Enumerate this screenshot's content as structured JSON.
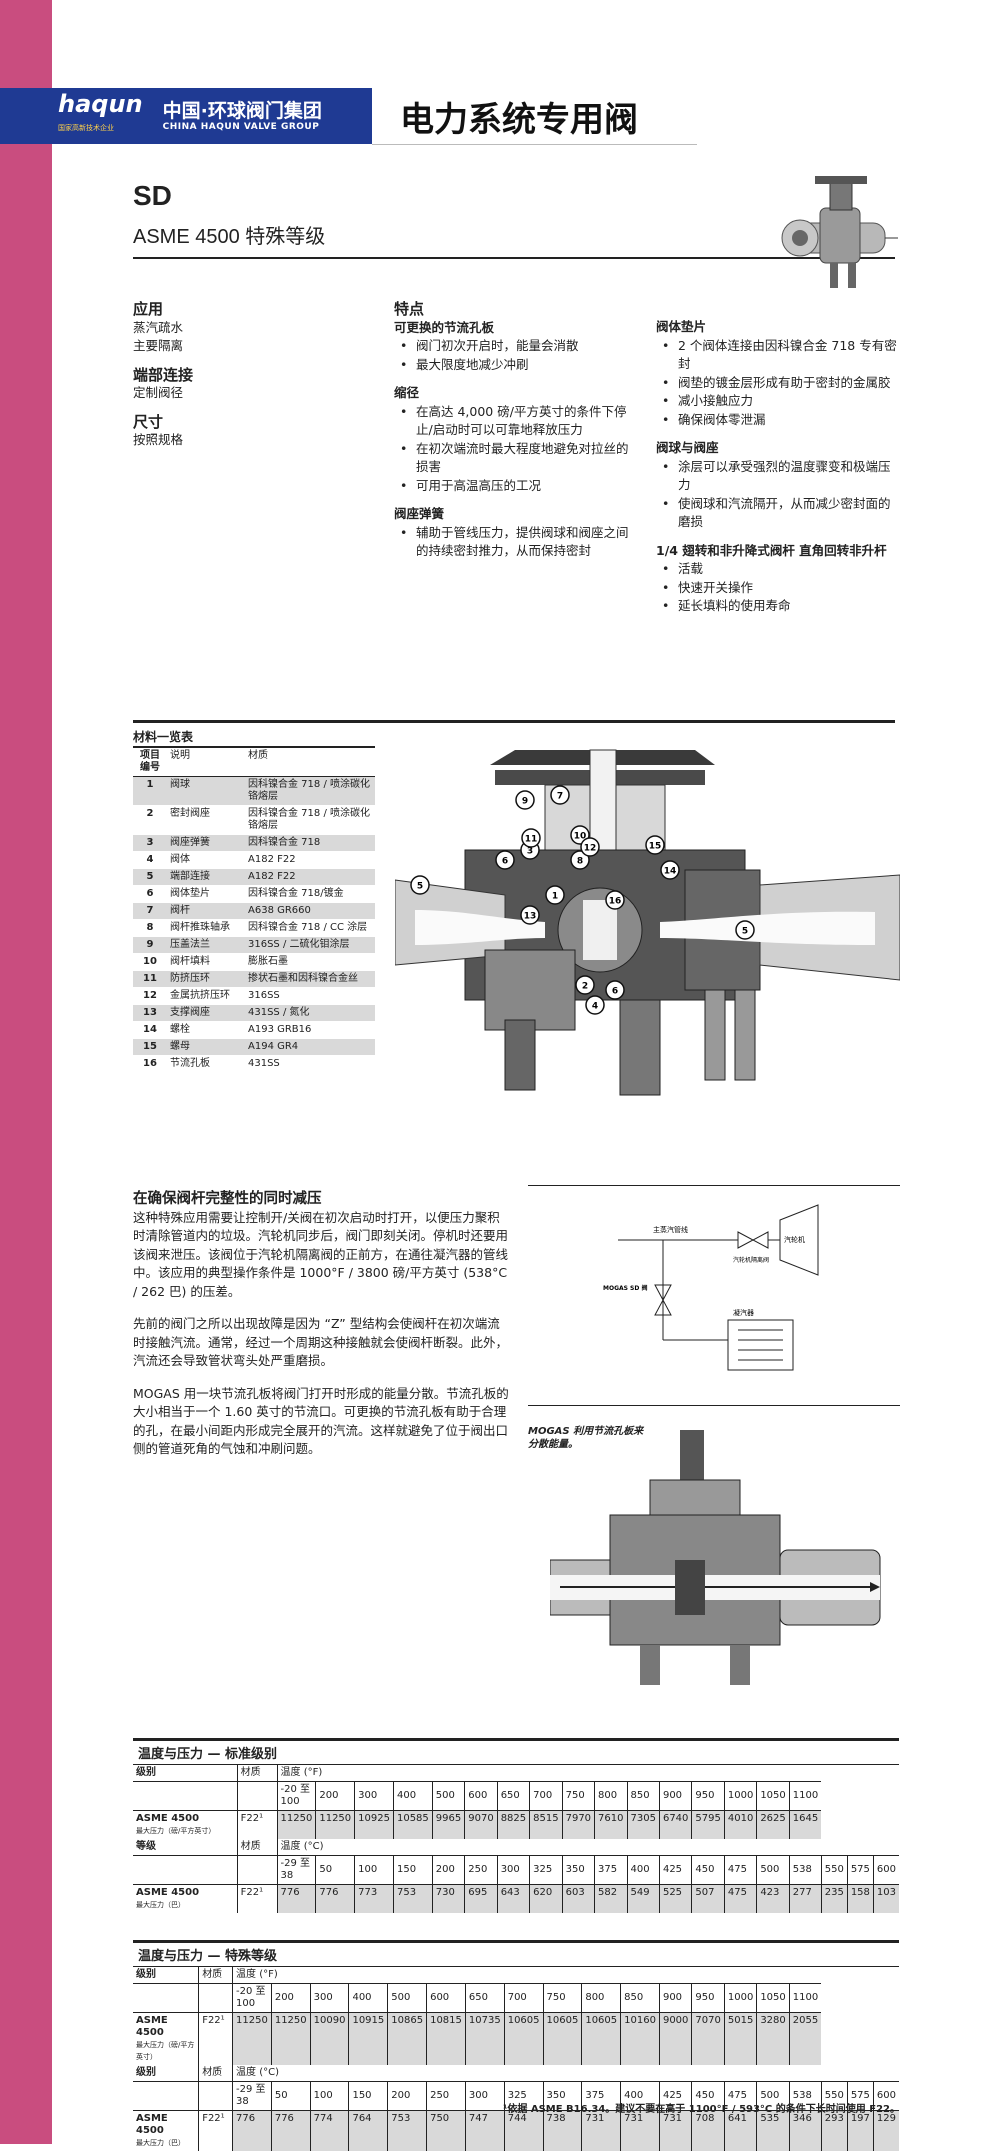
{
  "brand": {
    "logo": "haqun",
    "logo_sub": "国家高新技术企业",
    "cn_name": "中国·环球阀门集团",
    "en_name": "CHINA HAQUN VALVE GROUP"
  },
  "page_title": "电力系统专用阀",
  "model": "SD",
  "grade": "ASME 4500 特殊等级",
  "left_sections": [
    {
      "title": "应用",
      "items": [
        "蒸汽疏水",
        "主要隔离"
      ]
    },
    {
      "title": "端部连接",
      "items": [
        "定制阀径"
      ]
    },
    {
      "title": "尺寸",
      "items": [
        "按照规格"
      ]
    }
  ],
  "features": {
    "title": "特点",
    "col1": [
      {
        "heading": "可更换的节流孔板",
        "bullets": [
          "阀门初次开启时，能量会消散",
          "最大限度地减少冲刷"
        ]
      },
      {
        "heading": "缩径",
        "bullets": [
          "在高达 4,000 磅/平方英寸的条件下停止/启动时可以可靠地释放压力",
          "在初次端流时最大程度地避免对拉丝的损害",
          "可用于高温高压的工况"
        ]
      },
      {
        "heading": "阀座弹簧",
        "bullets": [
          "辅助于管线压力，提供阀球和阀座之间的持续密封推力，从而保持密封"
        ]
      }
    ],
    "col2": [
      {
        "heading": "阀体垫片",
        "bullets": [
          "2 个阀体连接由因科镍合金 718 专有密封",
          "阀垫的镀金层形成有助于密封的金属胶",
          "减小接触应力",
          "确保阀体零泄漏"
        ]
      },
      {
        "heading": "阀球与阀座",
        "bullets": [
          "涂层可以承受强烈的温度骤变和极端压力",
          "使阀球和汽流隔开，从而减少密封面的磨损"
        ]
      },
      {
        "heading": "1/4 翅转和非升降式阀杆 直角回转非升杆",
        "bullets": [
          "活载",
          "快速开关操作",
          "延长填料的使用寿命"
        ]
      }
    ]
  },
  "materials": {
    "title": "材料一览表",
    "headers": [
      "项目编号",
      "说明",
      "材质"
    ],
    "rows": [
      [
        "1",
        "阀球",
        "因科镍合金 718 / 喷涂碳化铬熔层"
      ],
      [
        "2",
        "密封阀座",
        "因科镍合金 718 / 喷涂碳化铬熔层"
      ],
      [
        "3",
        "阀座弹簧",
        "因科镍合金 718"
      ],
      [
        "4",
        "阀体",
        "A182 F22"
      ],
      [
        "5",
        "端部连接",
        "A182 F22"
      ],
      [
        "6",
        "阀体垫片",
        "因科镍合金 718/镀金"
      ],
      [
        "7",
        "阀杆",
        "A638 GR660"
      ],
      [
        "8",
        "阀杆推珠轴承",
        "因科镍合金 718 / CC 涂层"
      ],
      [
        "9",
        "压盖法兰",
        "316SS / 二硫化钼涂层"
      ],
      [
        "10",
        "阀杆填料",
        "膨胀石墨"
      ],
      [
        "11",
        "防挤压环",
        "掺状石墨和因科镍合金丝"
      ],
      [
        "12",
        "金属抗挤压环",
        "316SS"
      ],
      [
        "13",
        "支撑阀座",
        "431SS / 氮化"
      ],
      [
        "14",
        "螺栓",
        "A193 GRB16"
      ],
      [
        "15",
        "螺母",
        "A194 GR4"
      ],
      [
        "16",
        "节流孔板",
        "431SS"
      ]
    ]
  },
  "callouts": [
    "1",
    "2",
    "3",
    "4",
    "5",
    "5",
    "6",
    "6",
    "7",
    "8",
    "9",
    "10",
    "11",
    "12",
    "13",
    "14",
    "15",
    "16"
  ],
  "article": {
    "title": "在确保阀杆完整性的同时减压",
    "p1": "这种特殊应用需要让控制开/关阀在初次启动时打开，以便压力聚积时清除管道内的垃圾。汽轮机同步后，阀门即刻关闭。停机时还要用该阀来泄压。该阀位于汽轮机隔离阀的正前方，在通往凝汽器的管线中。该应用的典型操作条件是 1000°F / 3800 磅/平方英寸 (538°C / 262 巴) 的压差。",
    "p2": "先前的阀门之所以出现故障是因为 “Z” 型结构会使阀杆在初次端流时接触汽流。通常，经过一个周期这种接触就会使阀杆断裂。此外，汽流还会导致管状弯头处严重磨损。",
    "p3": "MOGAS 用一块节流孔板将阀门打开时形成的能量分散。节流孔板的大小相当于一个 1.60 英寸的节流口。可更换的节流孔板有助于合理的孔，在最小间距内形成完全展开的汽流。这样就避免了位于阀出口侧的管道死角的气蚀和冲刷问题。"
  },
  "schematic": {
    "main_steam": "主蒸汽管线",
    "turbine": "汽轮机",
    "isolation": "汽轮机隔离阀",
    "mogas": "MOGAS SD 阀",
    "condenser": "凝汽器"
  },
  "caption": "MOGAS 利用节流孔板来分散能量。",
  "pt_standard": {
    "title": "温度与压力 — 标准级别",
    "class_label": "级别",
    "material_label": "材质",
    "temp_f": "温度 (°F)",
    "temp_c": "温度 (°C)",
    "grade_label": "等级",
    "f_temps": [
      "-20 至 100",
      "200",
      "300",
      "400",
      "500",
      "600",
      "650",
      "700",
      "750",
      "800",
      "850",
      "900",
      "950",
      "1000",
      "1050",
      "1100"
    ],
    "row_f": {
      "name": "ASME 4500",
      "sub": "最大压力（磅/平方英寸）",
      "mat": "F22¹",
      "values": [
        "11250",
        "11250",
        "10925",
        "10585",
        "9965",
        "9070",
        "8825",
        "8515",
        "7970",
        "7610",
        "7305",
        "6740",
        "5795",
        "4010",
        "2625",
        "1645"
      ]
    },
    "c_temps": [
      "-29 至 38",
      "50",
      "100",
      "150",
      "200",
      "250",
      "300",
      "325",
      "350",
      "375",
      "400",
      "425",
      "450",
      "475",
      "500",
      "538",
      "550",
      "575",
      "600"
    ],
    "row_c": {
      "name": "ASME 4500",
      "sub": "最大压力（巴）",
      "mat": "F22¹",
      "values": [
        "776",
        "776",
        "773",
        "753",
        "730",
        "695",
        "643",
        "620",
        "603",
        "582",
        "549",
        "525",
        "507",
        "475",
        "423",
        "277",
        "235",
        "158",
        "103"
      ]
    }
  },
  "pt_special": {
    "title": "温度与压力 — 特殊等级",
    "class_label": "级别",
    "material_label": "材质",
    "temp_f": "温度 (°F)",
    "temp_c": "温度 (°C)",
    "grade_label": "级别",
    "f_temps": [
      "-20 至 100",
      "200",
      "300",
      "400",
      "500",
      "600",
      "650",
      "700",
      "750",
      "800",
      "850",
      "900",
      "950",
      "1000",
      "1050",
      "1100"
    ],
    "row_f": {
      "name": "ASME 4500",
      "sub": "最大压力（磅/平方英寸）",
      "mat": "F22¹",
      "values": [
        "11250",
        "11250",
        "10090",
        "10915",
        "10865",
        "10815",
        "10735",
        "10605",
        "10605",
        "10605",
        "10160",
        "9000",
        "7070",
        "5015",
        "3280",
        "2055"
      ]
    },
    "c_temps": [
      "-29 至 38",
      "50",
      "100",
      "150",
      "200",
      "250",
      "300",
      "325",
      "350",
      "375",
      "400",
      "425",
      "450",
      "475",
      "500",
      "538",
      "550",
      "575",
      "600"
    ],
    "row_c": {
      "name": "ASME 4500",
      "sub": "最大压力（巴）",
      "mat": "F22¹",
      "values": [
        "776",
        "776",
        "774",
        "764",
        "753",
        "750",
        "747",
        "744",
        "738",
        "731",
        "731",
        "731",
        "708",
        "641",
        "535",
        "346",
        "293",
        "197",
        "129"
      ]
    }
  },
  "footnote": "¹依据 ASME B16.34。建议不要在高于 1100°F / 593°C 的条件下长时间使用 F22。"
}
